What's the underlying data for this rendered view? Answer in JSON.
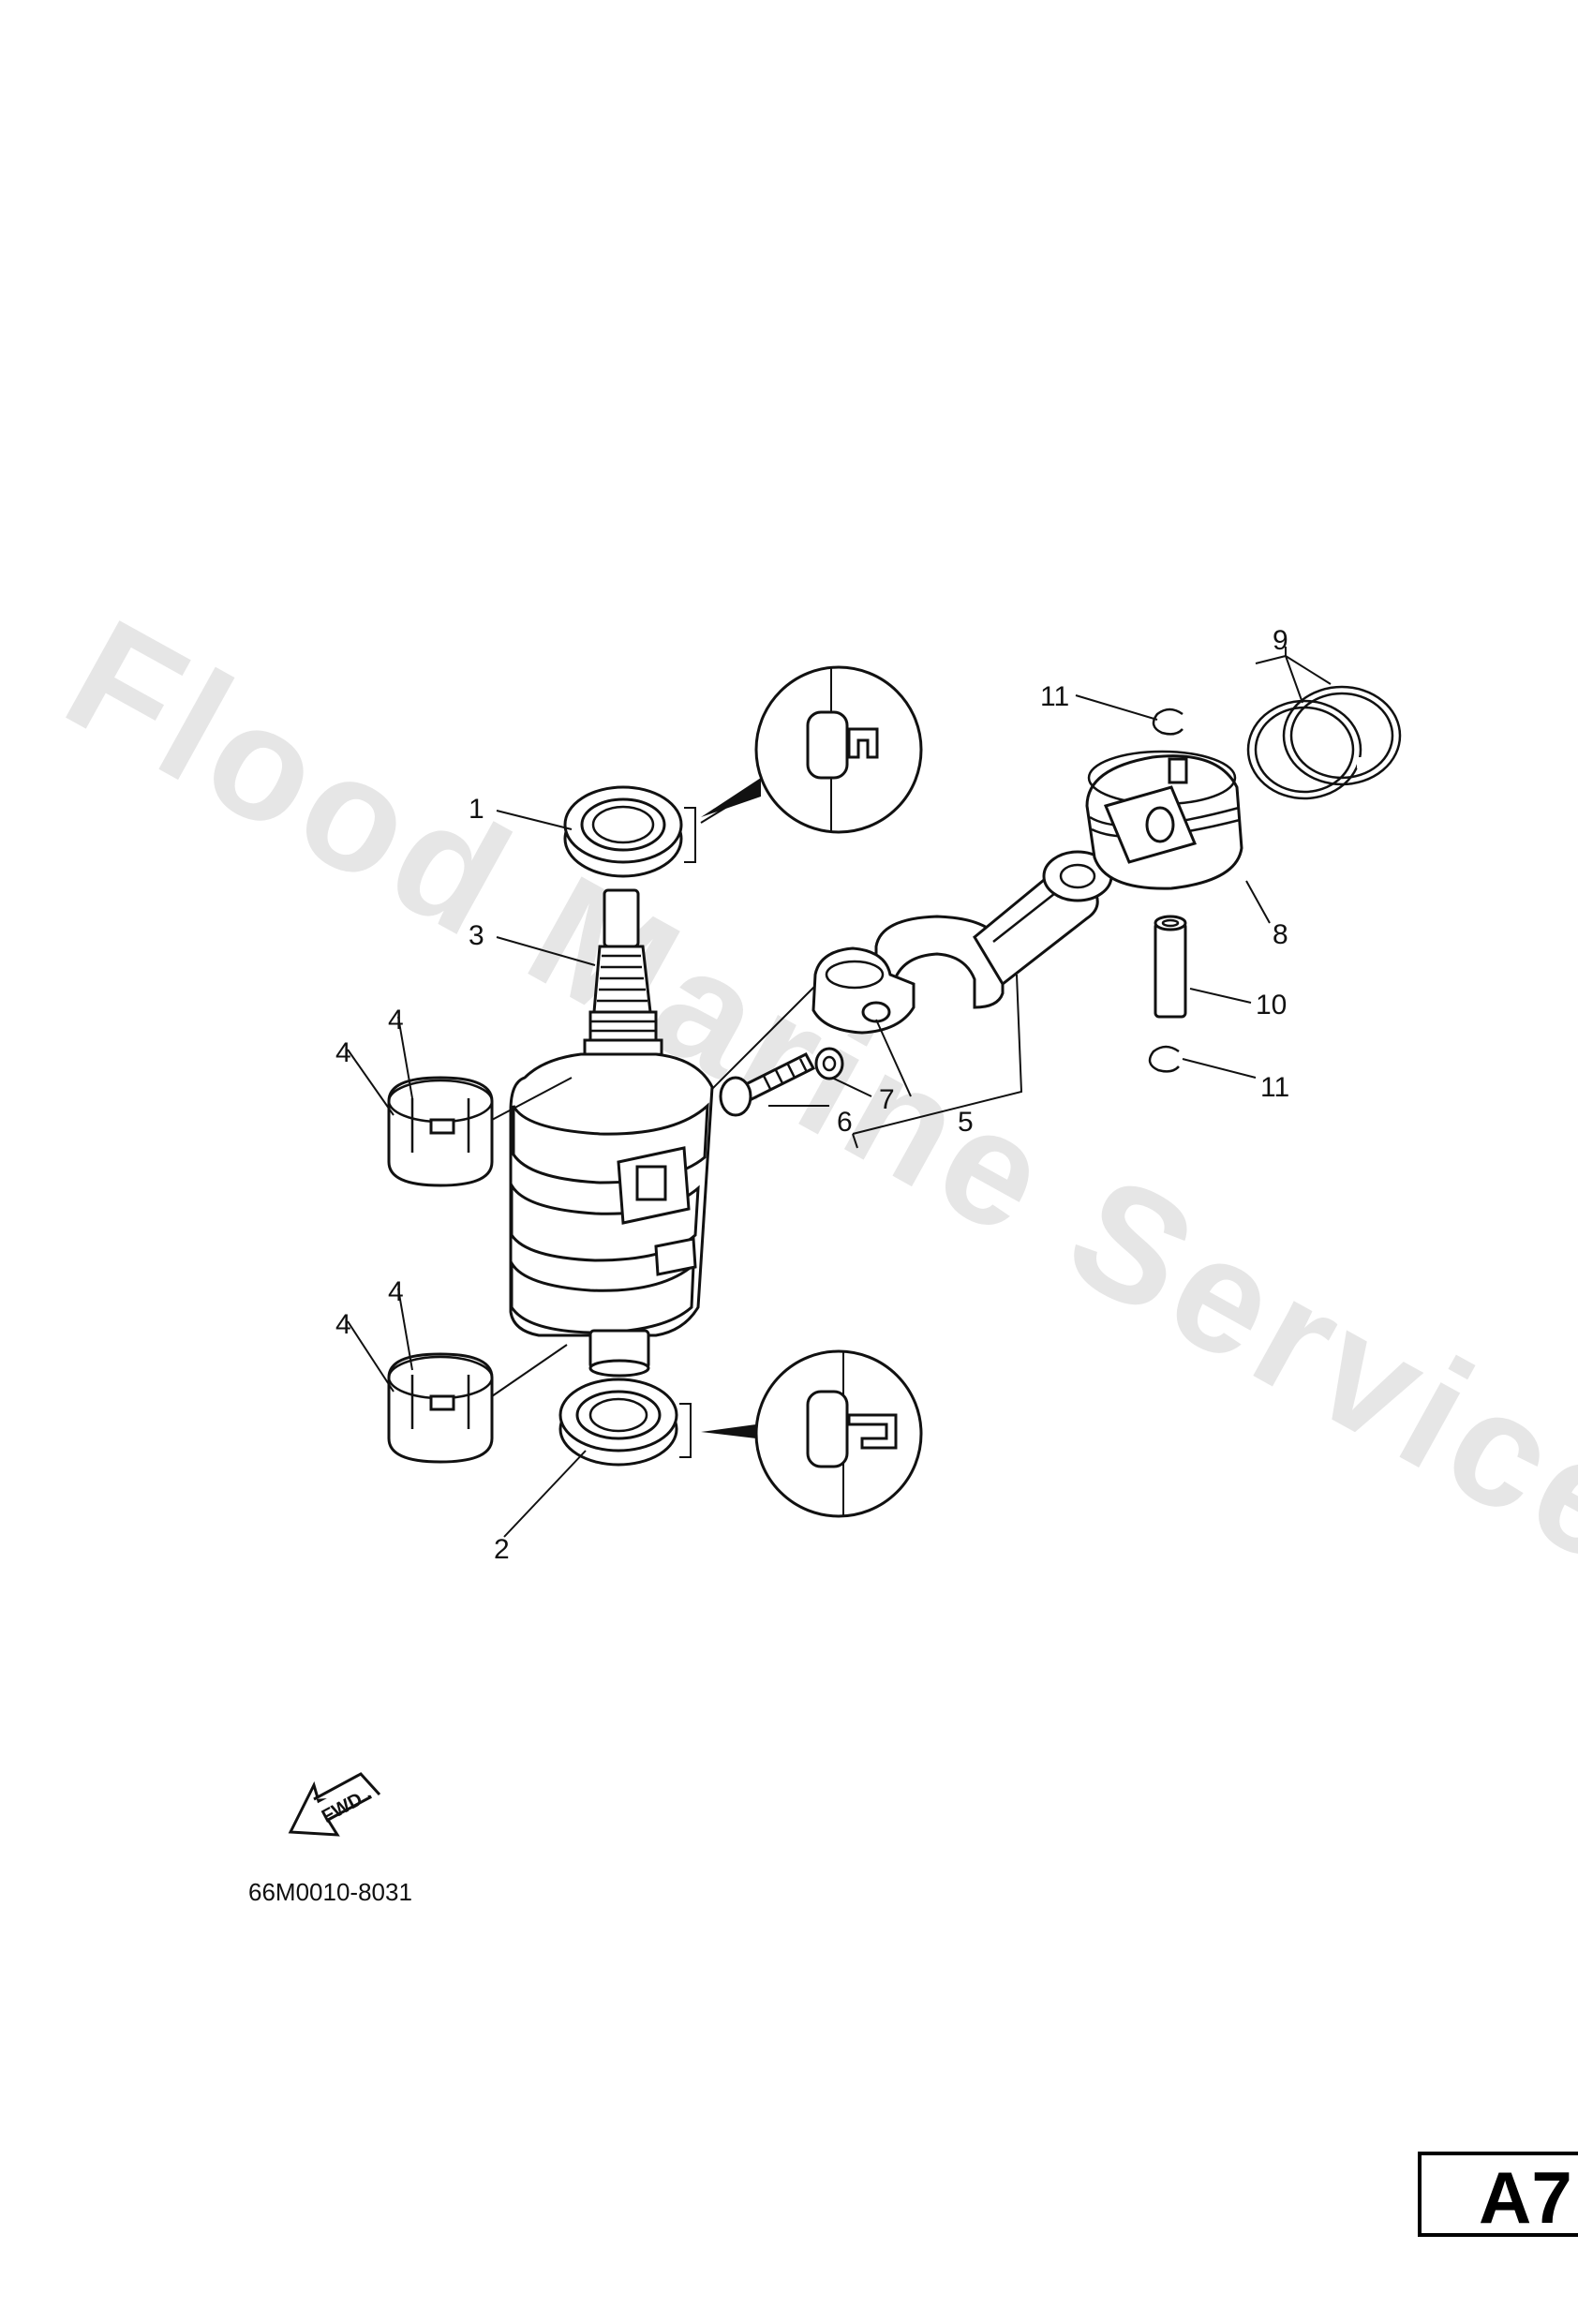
{
  "watermark": "Flood Marine Services",
  "callouts": {
    "c1": "1",
    "c2": "2",
    "c3": "3",
    "c4a": "4",
    "c4b": "4",
    "c4c": "4",
    "c4d": "4",
    "c5": "5",
    "c6": "6",
    "c7": "7",
    "c8": "8",
    "c9": "9",
    "c10": "10",
    "c11a": "11",
    "c11b": "11"
  },
  "direction_label": "FWD",
  "diagram_code": "66M0010-8031",
  "page_tag": "A7"
}
